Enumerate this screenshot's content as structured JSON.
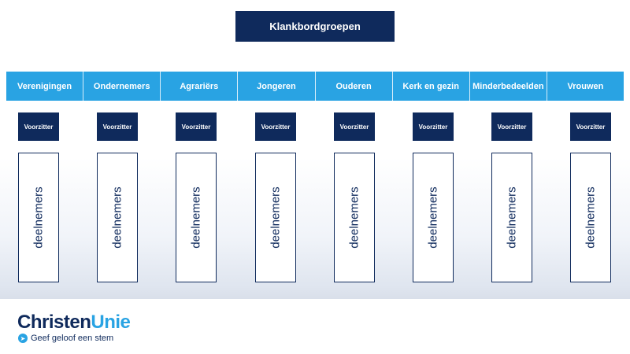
{
  "title": "Klankbordgroepen",
  "categories": [
    {
      "label": "Verenigingen",
      "chair": "Voorzitter",
      "participants": "deelnemers"
    },
    {
      "label": "Ondernemers",
      "chair": "Voorzitter",
      "participants": "deelnemers"
    },
    {
      "label": "Agrariërs",
      "chair": "Voorzitter",
      "participants": "deelnemers"
    },
    {
      "label": "Jongeren",
      "chair": "Voorzitter",
      "participants": "deelnemers"
    },
    {
      "label": "Ouderen",
      "chair": "Voorzitter",
      "participants": "deelnemers"
    },
    {
      "label": "Kerk en gezin",
      "chair": "Voorzitter",
      "participants": "deelnemers"
    },
    {
      "label": "Minderbedeelden",
      "chair": "Voorzitter",
      "participants": "deelnemers"
    },
    {
      "label": "Vrouwen",
      "chair": "Voorzitter",
      "participants": "deelnemers"
    }
  ],
  "logo": {
    "part1": "Christen",
    "part2": "Unie",
    "tagline": "Geef geloof een stem",
    "icon": "arrow-circle-icon"
  },
  "colors": {
    "navy": "#0f2a5c",
    "blue": "#29a3e3"
  }
}
